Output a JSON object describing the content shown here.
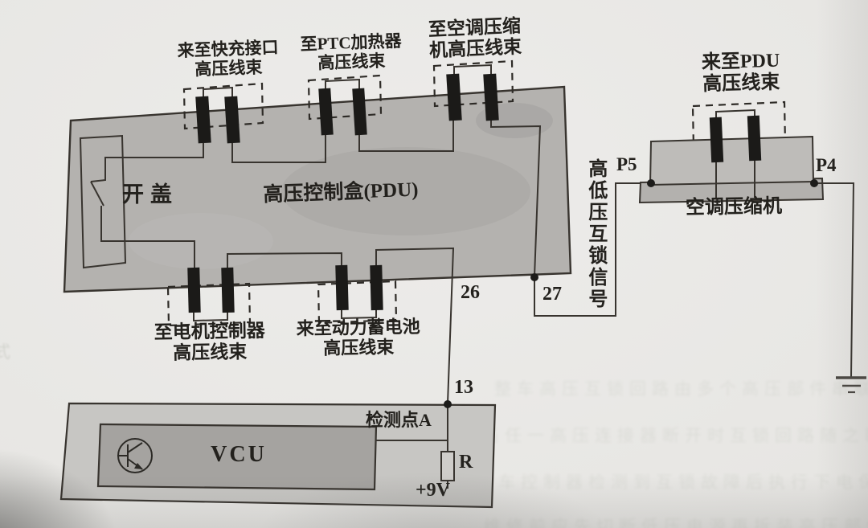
{
  "diagram": {
    "harness_labels": {
      "fast_charge": [
        "来至快充接口",
        "高压线束"
      ],
      "ptc_heater": [
        "至PTC加热器",
        "高压线束"
      ],
      "ac_compressor": [
        "至空调压缩",
        "机高压线束"
      ],
      "from_pdu": [
        "来至PDU",
        "高压线束"
      ],
      "motor_controller": [
        "至电机控制器",
        "高压线束"
      ],
      "battery": [
        "来至动力蓄电池",
        "高压线束"
      ]
    },
    "pdu": {
      "label": "高压控制盒(PDU)",
      "lid_switch_label": "开盖",
      "pin_26": "26",
      "pin_27": "27"
    },
    "compressor": {
      "label": "空调压缩机",
      "pin_p5": "P5",
      "pin_p4": "P4"
    },
    "vcu": {
      "label": "VCU",
      "pin_13": "13",
      "detection_point": "检测点A",
      "resistor": "R",
      "supply": "+9V"
    },
    "interlock_signal": "高低压互锁信号",
    "colors": {
      "paper": "#e9e7e4",
      "box_gray": "#b4b2af",
      "vcu_outer_gray": "#c7c6c3",
      "vcu_inner_gray": "#a5a3a0",
      "line": "#38342f",
      "connector_black": "#1b1a18"
    },
    "bleedthrough": [
      "整车高压互锁回路由多个高压部件串联组成",
      "当任一高压连接器断开时互锁回路随之断开",
      "整车控制器检测到互锁故障后执行下电保护",
      "维修前应先切断低压电源再拆装高压部件",
      "式"
    ]
  }
}
